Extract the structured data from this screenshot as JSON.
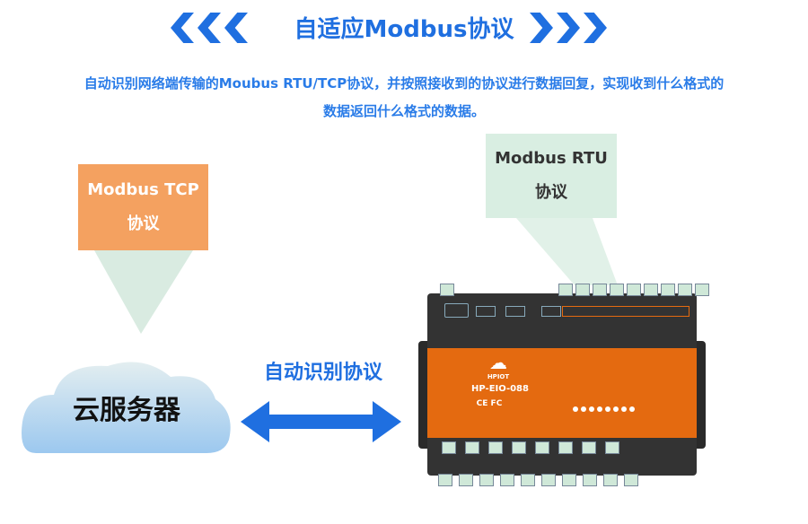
{
  "title": "自适应Modbus协议",
  "description": [
    "自动识别网络端传输的Moubus RTU/TCP协议，并按照接收到的协议进行数据回复，实现收到什么格式的",
    "数据返回什么格式的数据。"
  ],
  "tcp_box": {
    "line1": "Modbus TCP",
    "line2": "协议"
  },
  "rtu_box": {
    "line1": "Modbus RTU",
    "line2": "协议"
  },
  "cloud_label": "云服务器",
  "arrow_label": "自动识别协议",
  "device": {
    "brand": "HPIOT",
    "model": "HP-EIO-088",
    "certs": "CE  FC"
  },
  "colors": {
    "accent": "#1f6fe0",
    "orange": "#f4a160",
    "green": "#d9eee2",
    "device_orange": "#e46a10"
  }
}
